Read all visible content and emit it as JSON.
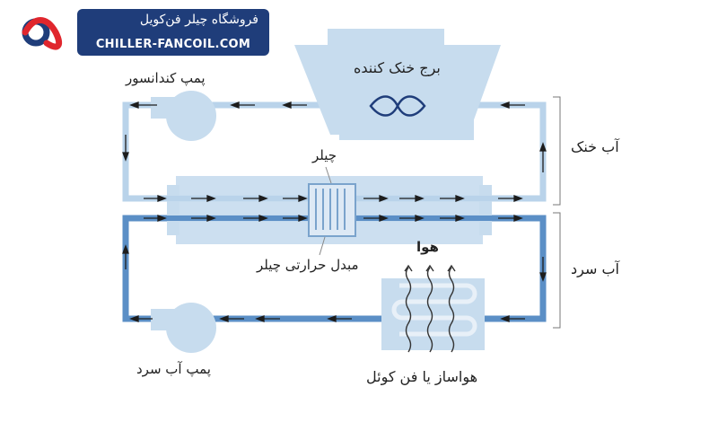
{
  "brand": {
    "name_fa": "فروشگاه چیلر فن‌کویل",
    "domain": "CHILLER-FANCOIL.COM",
    "colors": {
      "navy": "#1f3d7a",
      "red": "#e0262d"
    }
  },
  "labels": {
    "cooling_tower": "برج خنک کننده",
    "condenser_pump": "پمپ کندانسور",
    "chiller": "چیلر",
    "heat_exchanger": "مبدل حرارتی چیلر",
    "air": "هوا",
    "cool_water": "آب خنک",
    "cold_water": "آب سرد",
    "chilled_water_pump": "پمپ آب سرد",
    "air_handler": "هواساز یا فن کوئل"
  },
  "colors": {
    "pipe_light": "#b9d3ea",
    "pipe_dark": "#5b8fc6",
    "equipment": "#c7dcee",
    "arrow": "#1d1d1d"
  }
}
